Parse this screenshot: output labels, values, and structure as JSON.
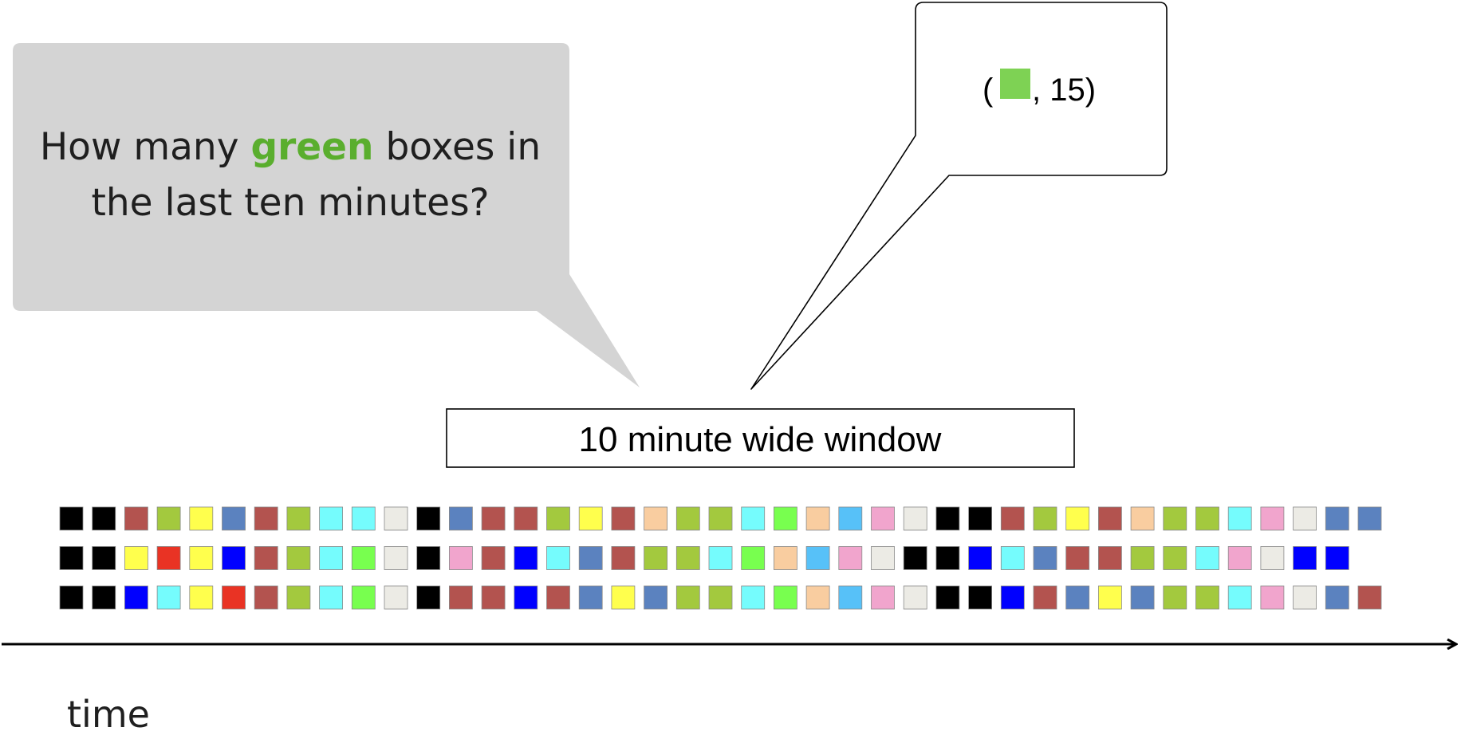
{
  "question": {
    "prefix": "How many ",
    "highlight": "green",
    "suffix": " boxes in",
    "line2": "the last ten minutes?",
    "bubble_color": "#d4d4d4",
    "highlight_color": "#5aae2e"
  },
  "answer": {
    "open": "(",
    "value": ", 15)",
    "swatch_color": "#7ed254"
  },
  "window_label": "10 minute wide window",
  "axis_label": "time",
  "palette": {
    "K": "#000000",
    "R": "#b3534f",
    "G": "#a3c93e",
    "Y": "#ffff4d",
    "S": "#5b82bf",
    "C": "#75fcfd",
    "W": "#ecebe5",
    "O": "#f9cda0",
    "L": "#78ff4f",
    "A": "#57c1f8",
    "P": "#f1a5cd",
    "B": "#0000ff",
    "E": "#e93324"
  },
  "rows": [
    "KKRGYSRGCCWKSRRGYROGGCLOAPWKKRGYROGGCPWSS",
    "KKYEYBRGCLWKPRBCSRGGCLOAPWKKBCSRRGGCPWBB",
    "KKBCYERGCLWKRRBRSYSGGCLOAPWKKBRSYSGGCPWSR"
  ]
}
